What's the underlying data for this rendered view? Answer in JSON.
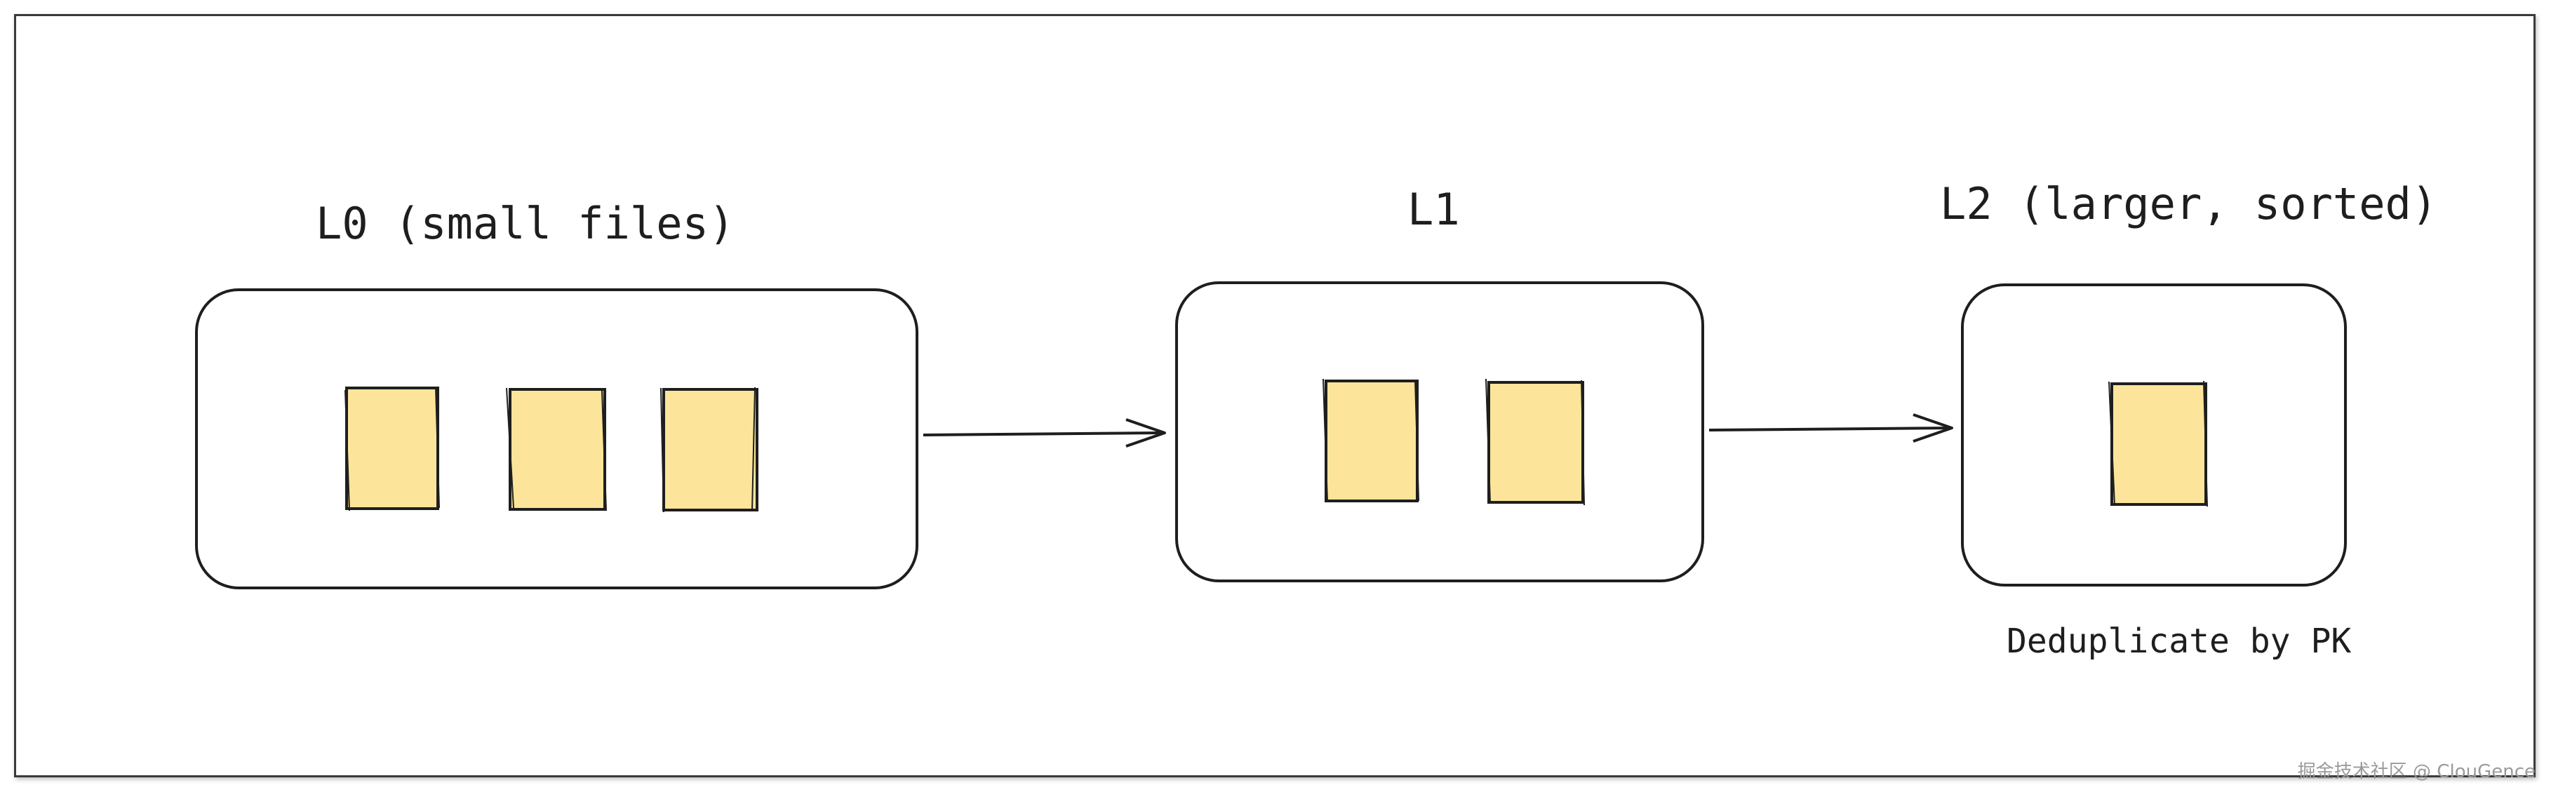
{
  "levels": [
    {
      "title": "L0 (small files)",
      "file_count": 3
    },
    {
      "title": "L1",
      "file_count": 2
    },
    {
      "title": "L2 (larger, sorted)",
      "file_count": 1
    }
  ],
  "note": "Deduplicate by PK",
  "watermark": "掘金技术社区 @ ClouGence",
  "colors": {
    "file_fill": "#fce59a",
    "stroke": "#1e1e1e"
  }
}
